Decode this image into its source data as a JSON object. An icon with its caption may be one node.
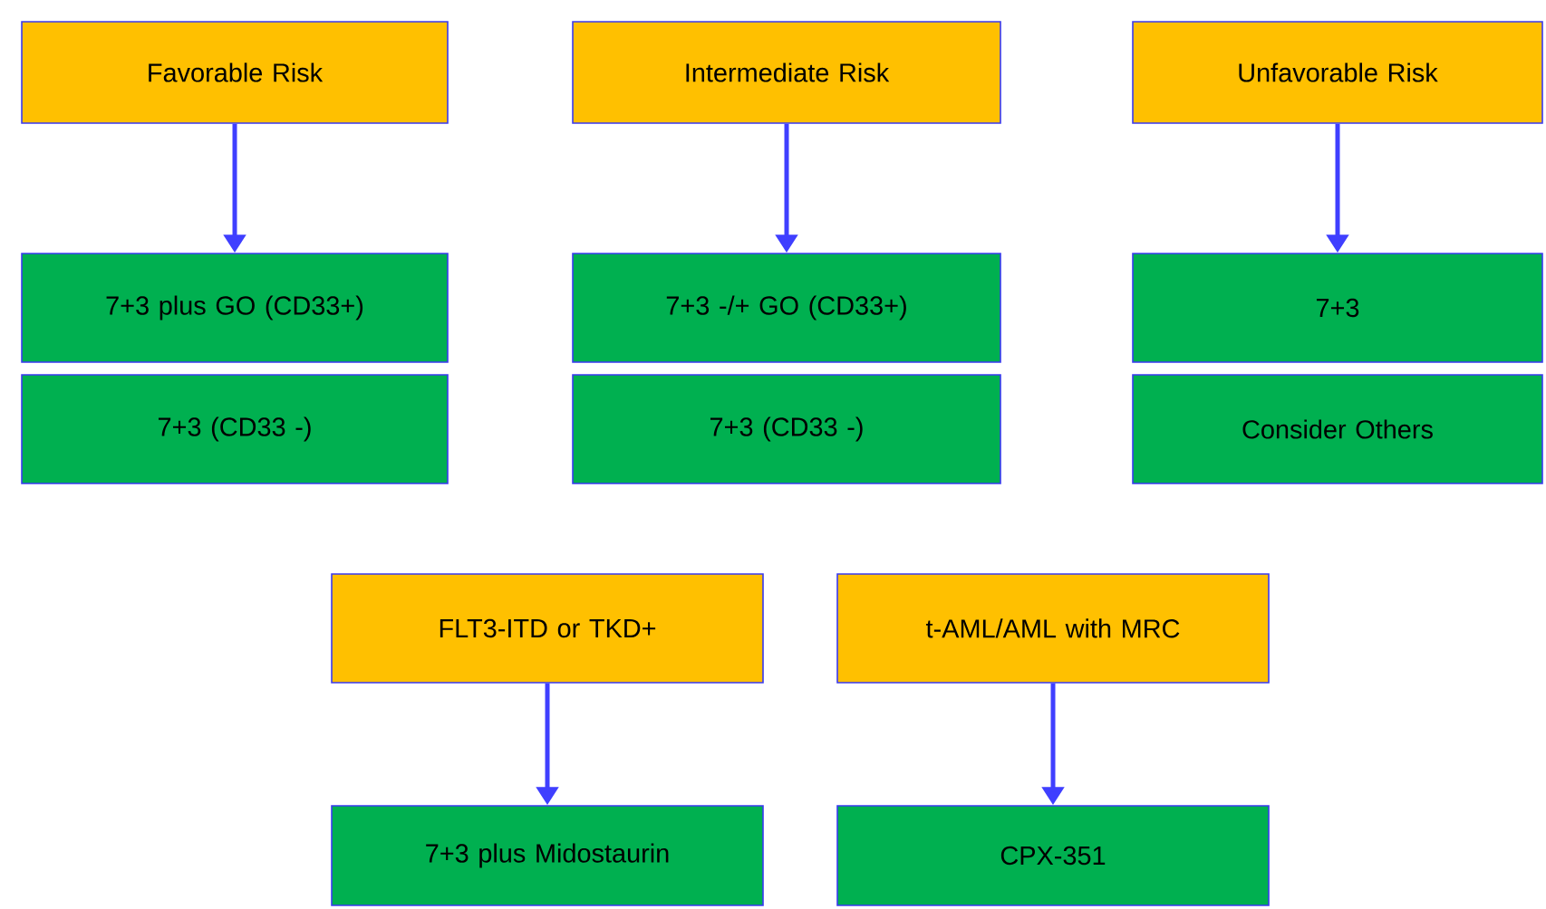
{
  "diagram": {
    "nodes": [
      {
        "text": [
          "Favorable Risk"
        ]
      },
      {
        "text": [
          "Intermediate Risk"
        ]
      },
      {
        "text": [
          "Unfavorable Risk"
        ]
      },
      {
        "text": [
          "7+3 plus GO (CD33+)"
        ]
      },
      {
        "text": [
          "7+3 (CD33 -)"
        ]
      },
      {
        "text": [
          "7+3  -/+ GO (CD33+)"
        ]
      },
      {
        "text": [
          "7+3 (CD33 -)"
        ]
      },
      {
        "text": [
          "7+3"
        ]
      },
      {
        "text": [
          "Consider Others"
        ]
      },
      {
        "text": [
          "FLT3-ITD or TKD+"
        ]
      },
      {
        "text": [
          "t-AML/AML with MRC"
        ]
      },
      {
        "text": [
          "7+3 plus  Midostaurin"
        ]
      },
      {
        "text": [
          "CPX-351"
        ]
      }
    ],
    "edges": [
      {
        "from": 0,
        "to": 3,
        "arrow": "to"
      },
      {
        "from": 1,
        "to": 5,
        "arrow": "to"
      },
      {
        "from": 2,
        "to": 7,
        "arrow": "to"
      },
      {
        "from": 9,
        "to": 11,
        "arrow": "to"
      },
      {
        "from": 10,
        "to": 12,
        "arrow": "to"
      }
    ]
  }
}
